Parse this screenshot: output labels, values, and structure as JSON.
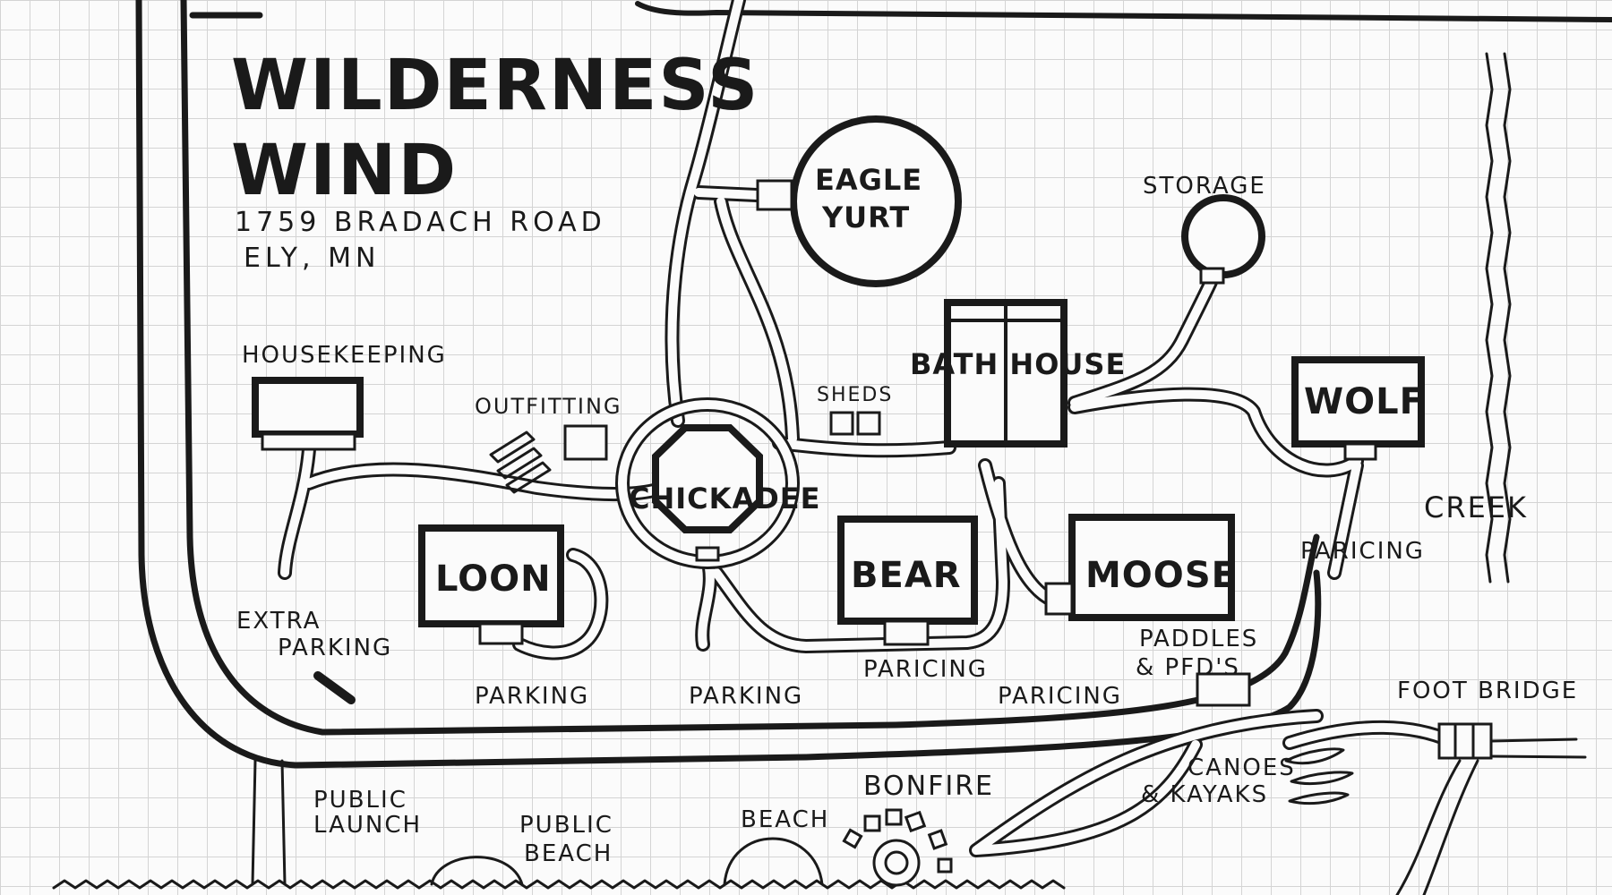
{
  "title": {
    "line1": "WILDERNESS",
    "line2": "WIND"
  },
  "address": {
    "street": "1759 BRADACH ROAD",
    "city": "ELY, MN"
  },
  "buildings": {
    "eagle_yurt": {
      "line1": "EAGLE",
      "line2": "YURT"
    },
    "storage": "STORAGE",
    "bath_house": "BATH HOUSE",
    "sheds": "SHEDS",
    "wolf": "WOLF",
    "housekeeping": "HOUSEKEEPING",
    "outfitting": "OUTFITTING",
    "chickadee": "CHICKADEE",
    "loon": "LOON",
    "bear": "BEAR",
    "moose": "MOOSE"
  },
  "labels": {
    "creek": "CREEK",
    "wolf_parking": "PARICING",
    "extra_parking": {
      "line1": "EXTRA",
      "line2": "PARKING"
    },
    "loon_parking": "PARKING",
    "chickadee_parking": "PARKING",
    "bear_parking": "PARICING",
    "moose_parking": "PARICING",
    "paddles": {
      "line1": "PADDLES",
      "line2": "& PFD'S"
    },
    "foot_bridge": "FOOT BRIDGE",
    "canoes": {
      "line1": "CANOES",
      "line2": "& KAYAKS"
    },
    "public_launch": {
      "line1": "PUBLIC",
      "line2": "LAUNCH"
    },
    "public_beach": {
      "line1": "PUBLIC",
      "line2": "BEACH"
    },
    "beach": "BEACH",
    "bonfire": "BONFIRE"
  }
}
